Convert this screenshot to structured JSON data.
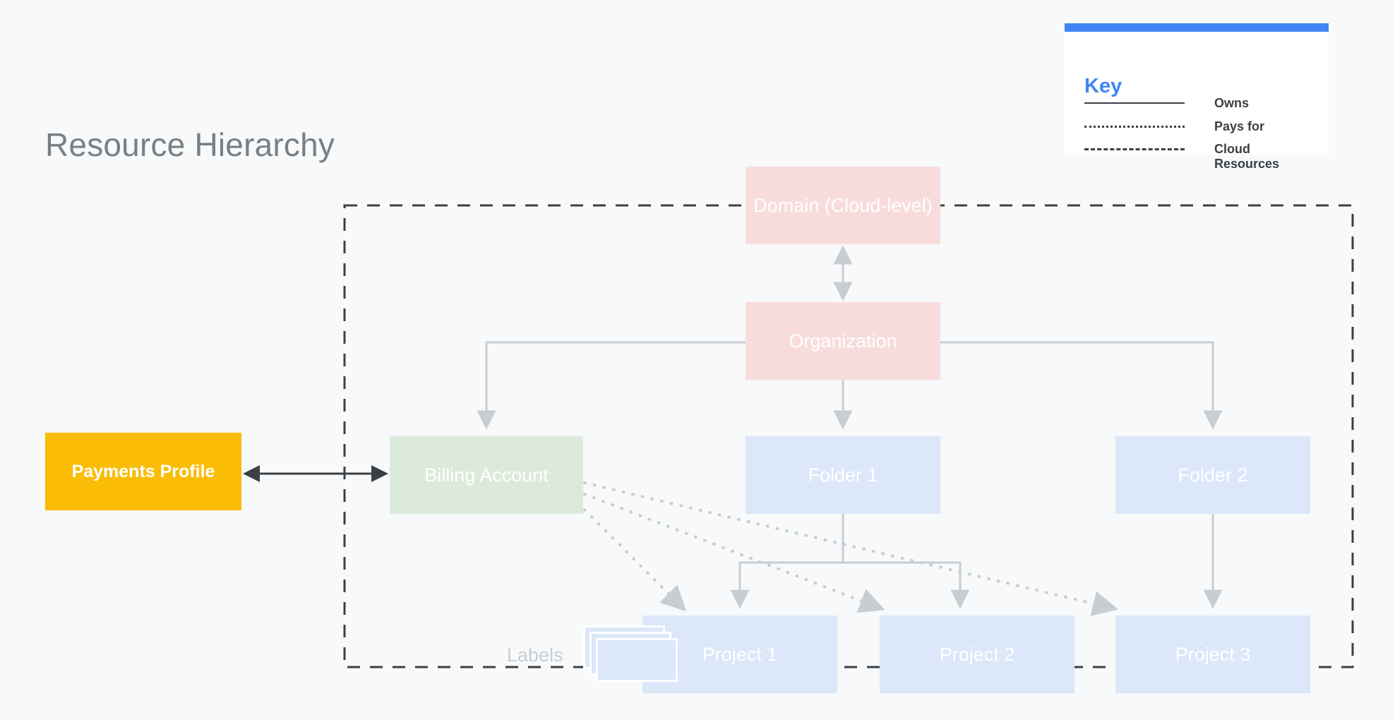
{
  "page": {
    "title": "Resource Hierarchy",
    "background_color": "#f7f9fa"
  },
  "legend": {
    "title": "Key",
    "accent_color": "#4285f4",
    "items": [
      {
        "style": "solid",
        "label": "Owns"
      },
      {
        "style": "dotted",
        "label": "Pays for"
      },
      {
        "style": "dashed",
        "label": "Cloud Resources"
      }
    ]
  },
  "diagram": {
    "type": "hierarchy",
    "boundary": {
      "name": "cloud-resources-boundary",
      "style": "dashed",
      "color": "#3c4043"
    },
    "colors": {
      "pink": "#f8dcdc",
      "green": "#dceada",
      "blue": "#dce7f9",
      "amber": "#fabc05",
      "edge": "#c8cdd1",
      "arrow_dark": "#3c4043",
      "node_text": "#ffffff",
      "muted_text": "#c8cdd1"
    },
    "nodes": [
      {
        "id": "domain",
        "label": "Domain (Cloud-level)",
        "color": "pink",
        "inside_boundary": true
      },
      {
        "id": "organization",
        "label": "Organization",
        "color": "pink",
        "inside_boundary": true
      },
      {
        "id": "billing",
        "label": "Billing Account",
        "color": "green",
        "inside_boundary": true
      },
      {
        "id": "folder1",
        "label": "Folder 1",
        "color": "blue",
        "inside_boundary": true
      },
      {
        "id": "folder2",
        "label": "Folder 2",
        "color": "blue",
        "inside_boundary": true
      },
      {
        "id": "project1",
        "label": "Project 1",
        "color": "blue",
        "inside_boundary": true
      },
      {
        "id": "project2",
        "label": "Project 2",
        "color": "blue",
        "inside_boundary": true
      },
      {
        "id": "project3",
        "label": "Project 3",
        "color": "blue",
        "inside_boundary": true
      },
      {
        "id": "payments",
        "label": "Payments Profile",
        "color": "amber",
        "inside_boundary": false
      }
    ],
    "labels_group": {
      "label": "Labels",
      "icon": "stacked-cards-icon",
      "attached_to": "project1"
    },
    "edges": [
      {
        "from": "domain",
        "to": "organization",
        "style": "solid",
        "relation": "Owns",
        "direction": "both"
      },
      {
        "from": "organization",
        "to": "billing",
        "style": "solid",
        "relation": "Owns",
        "direction": "down"
      },
      {
        "from": "organization",
        "to": "folder1",
        "style": "solid",
        "relation": "Owns",
        "direction": "down"
      },
      {
        "from": "organization",
        "to": "folder2",
        "style": "solid",
        "relation": "Owns",
        "direction": "down"
      },
      {
        "from": "folder1",
        "to": "project1",
        "style": "solid",
        "relation": "Owns",
        "direction": "down"
      },
      {
        "from": "folder1",
        "to": "project2",
        "style": "solid",
        "relation": "Owns",
        "direction": "down"
      },
      {
        "from": "folder2",
        "to": "project3",
        "style": "solid",
        "relation": "Owns",
        "direction": "down"
      },
      {
        "from": "billing",
        "to": "project1",
        "style": "dotted",
        "relation": "Pays for",
        "direction": "down"
      },
      {
        "from": "billing",
        "to": "project2",
        "style": "dotted",
        "relation": "Pays for",
        "direction": "down"
      },
      {
        "from": "billing",
        "to": "project3",
        "style": "dotted",
        "relation": "Pays for",
        "direction": "down"
      },
      {
        "from": "payments",
        "to": "billing",
        "style": "solid",
        "relation": "Pays for",
        "direction": "both"
      }
    ]
  }
}
